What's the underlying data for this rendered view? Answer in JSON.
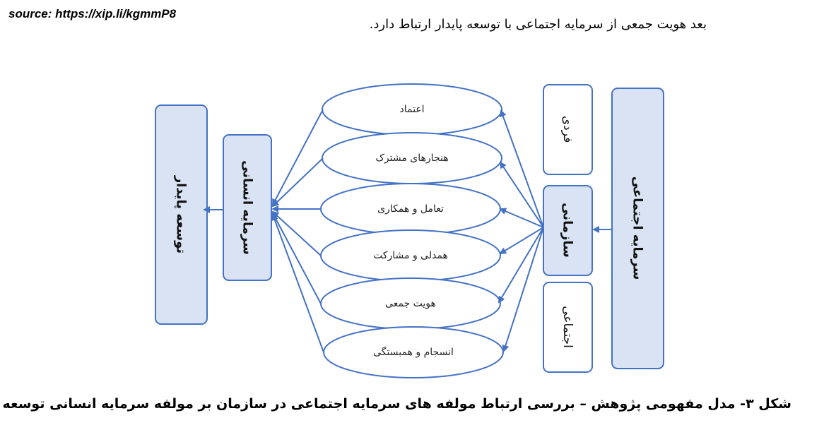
{
  "source": "source: https://xip.li/kgmmP8",
  "intro_text": "بعد هویت جمعی از سرمایه اجتماعی با توسعه پایدار ارتباط دارد.",
  "diagram": {
    "social_capital": "سرمایه اجتماعی",
    "level_individual": "فردی",
    "level_organizational": "سازمانی",
    "level_social": "اجتماعی",
    "components": [
      "اعتماد",
      "هنجارهای مشترک",
      "تعامل و همکاری",
      "همدلی و مشارکت",
      "هویت جمعی",
      "انسجام و همبستگی"
    ],
    "human_capital": "سرمایه انسانی",
    "sustainable_development": "توسعه پایدار"
  },
  "caption": "شکل ۳- مدل مفهومی پژوهش – بررسی ارتباط مولفه های سرمایه اجتماعی در سازمان بر مولفه سرمایه انسانی توسعه پایدار",
  "colors": {
    "box_fill": "#dae3f3",
    "box_stroke": "#4472c4",
    "arrow": "#4472c4"
  }
}
